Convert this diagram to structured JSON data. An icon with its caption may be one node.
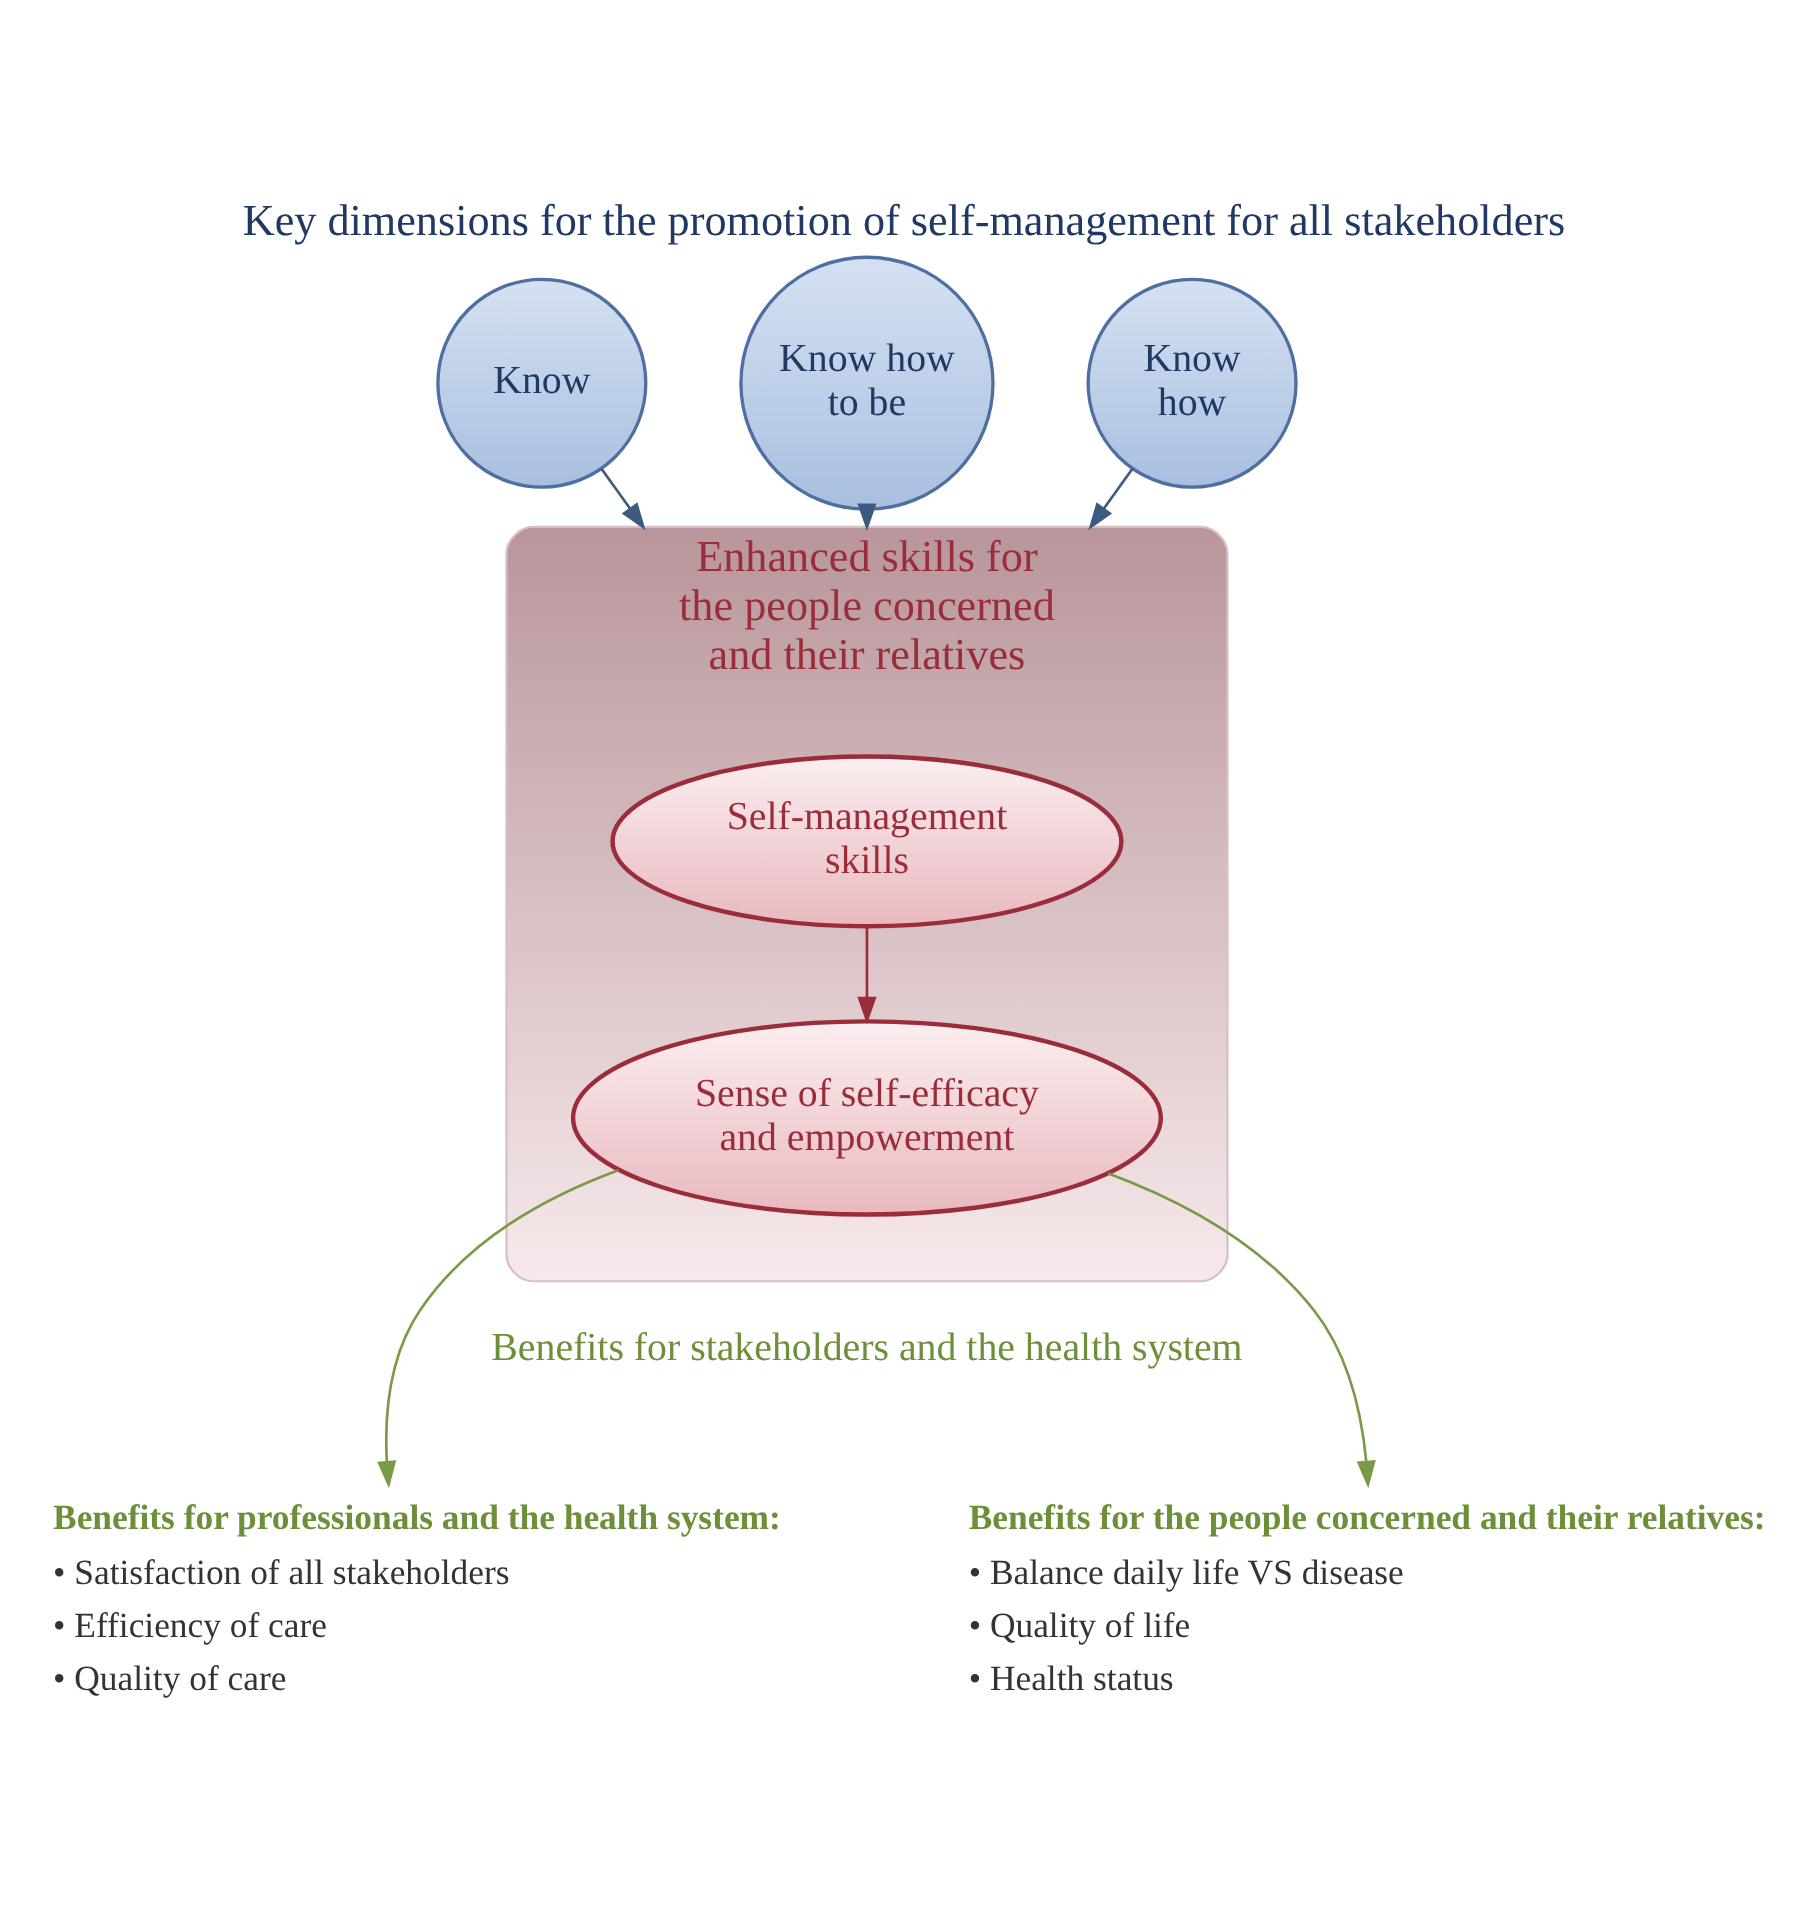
{
  "diagram": {
    "title": "Key dimensions for the promotion of self-management for all stakeholders",
    "nodes": [
      {
        "text": [
          "Know"
        ]
      },
      {
        "text": [
          "Know how to be"
        ]
      },
      {
        "text": [
          "Know how"
        ]
      },
      {
        "text": [
          "Enhanced skills for the people concerned and their relatives"
        ]
      },
      {
        "text": [
          "Self-management skills"
        ],
        "in": 3
      },
      {
        "text": [
          "Sense of self-efficacy and empowerment"
        ],
        "in": 3
      },
      {
        "text": [
          "Benefits for professionals and the health system:",
          "• Satisfaction of all stakeholders",
          "• Efficiency of care",
          "• Quality of care"
        ]
      },
      {
        "text": [
          "Benefits for the people concerned and their relatives:",
          "• Balance daily life VS disease",
          "• Quality of life",
          "• Health status"
        ]
      }
    ],
    "edges": [
      {
        "from": 0,
        "to": 3,
        "arrow": "to"
      },
      {
        "from": 1,
        "to": 3,
        "arrow": "to"
      },
      {
        "from": 2,
        "to": 3,
        "arrow": "to"
      },
      {
        "from": 4,
        "to": 5,
        "arrow": "to",
        "color": "#9b2d3a"
      },
      {
        "from": 5,
        "to": 6,
        "arrow": "to",
        "color": "#7a9a4a"
      },
      {
        "from": 5,
        "to": 7,
        "arrow": "to",
        "color": "#7a9a4a"
      }
    ],
    "labels": [
      "Benefits for stakeholders and the health system"
    ]
  }
}
